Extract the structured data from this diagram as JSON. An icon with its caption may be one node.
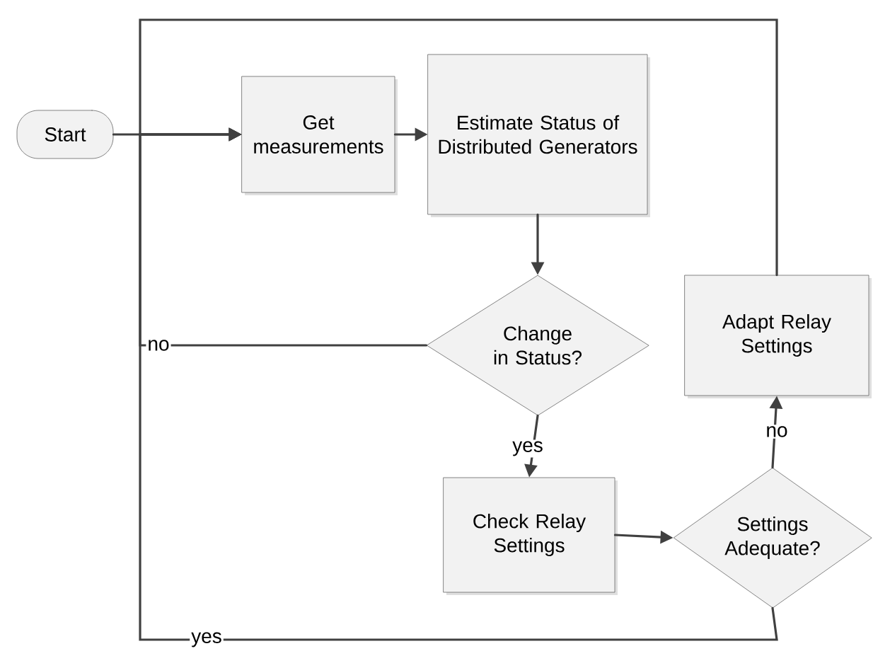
{
  "diagram": {
    "nodes": [
      {
        "text": [
          "Start"
        ]
      },
      {
        "text": [
          "Get measurements"
        ]
      },
      {
        "text": [
          "Estimate Status of Distributed Generators"
        ]
      },
      {
        "text": [
          "Change in Status?"
        ]
      },
      {
        "text": [
          "Check Relay Settings"
        ]
      },
      {
        "text": [
          "Settings Adequate?"
        ]
      },
      {
        "text": [
          "Adapt Relay Settings"
        ]
      }
    ],
    "edges": [
      {
        "from": 0,
        "to": 1,
        "arrow": "to"
      },
      {
        "from": 1,
        "to": 2,
        "arrow": "to"
      },
      {
        "from": 2,
        "to": 3,
        "arrow": "to"
      },
      {
        "from": 3,
        "to": 1,
        "arrow": "to",
        "label": "no"
      },
      {
        "from": 3,
        "to": 4,
        "arrow": "to",
        "label": "yes"
      },
      {
        "from": 4,
        "to": 5,
        "arrow": "to"
      },
      {
        "from": 5,
        "to": 6,
        "arrow": "to",
        "label": "no"
      },
      {
        "from": 6,
        "to": 1,
        "arrow": "to"
      },
      {
        "from": 5,
        "to": 1,
        "arrow": "to",
        "label": "yes"
      }
    ]
  }
}
